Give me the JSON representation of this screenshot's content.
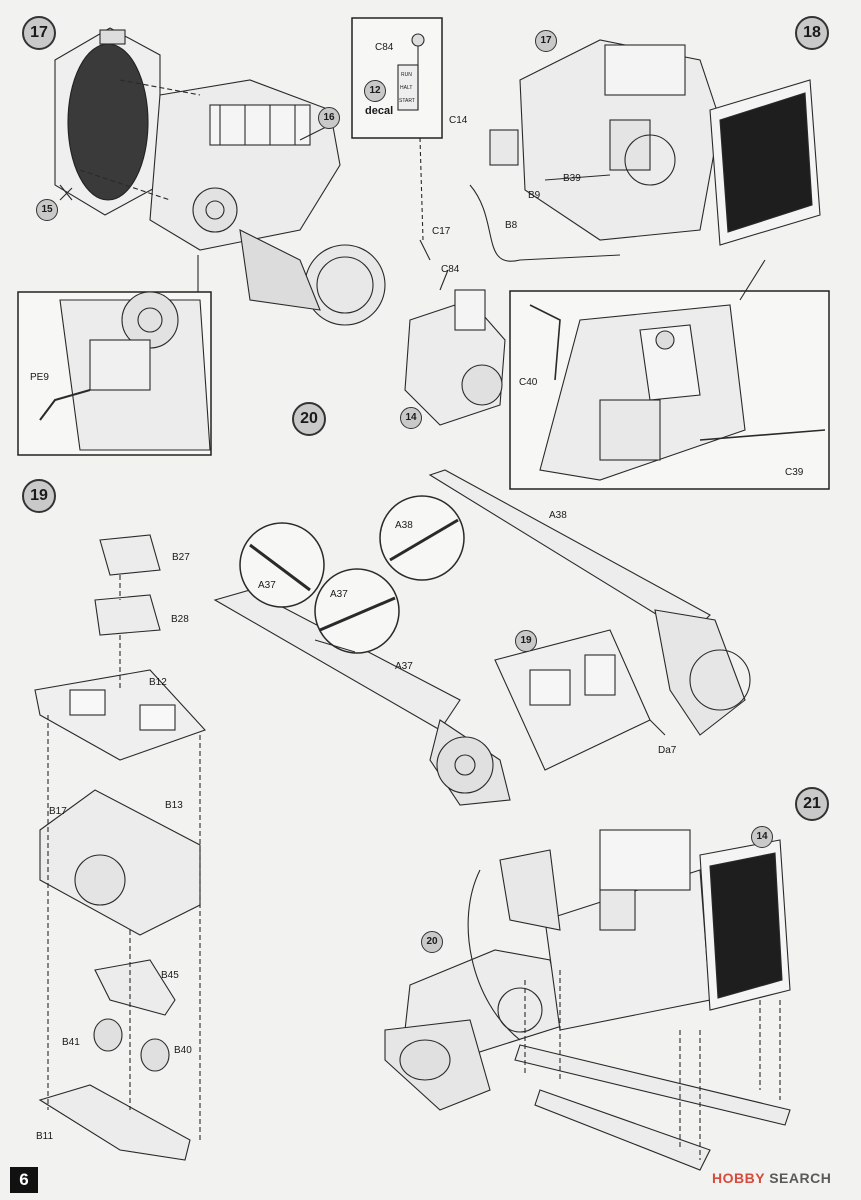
{
  "page": {
    "number": "6"
  },
  "steps": {
    "s17": "17",
    "s18": "18",
    "s19": "19",
    "s20": "20",
    "s21": "21"
  },
  "refs": {
    "r16": "16",
    "r15": "15",
    "r17": "17",
    "r14a": "14",
    "r19": "19",
    "r14b": "14",
    "r20": "20",
    "r12": "12"
  },
  "labels": {
    "c84_top": "C84",
    "decal": "decal",
    "c17": "C17",
    "c84_mid": "C84",
    "pe9": "PE9",
    "c14": "C14",
    "b39": "B39",
    "b9": "B9",
    "b8": "B8",
    "c40": "C40",
    "c39": "C39",
    "b27": "B27",
    "b28": "B28",
    "b12": "B12",
    "b17": "B17",
    "b13": "B13",
    "b45": "B45",
    "b41": "B41",
    "b40": "B40",
    "b11": "B11",
    "a38_inset": "A38",
    "a38": "A38",
    "a37_inset1": "A37",
    "a37_inset2": "A37",
    "a37": "A37",
    "da7": "Da7"
  },
  "switch_labels": {
    "run": "RUN",
    "halt": "HALT",
    "start": "START"
  },
  "watermark": {
    "part1": "HOBBY",
    "part2": "SEARCH"
  }
}
